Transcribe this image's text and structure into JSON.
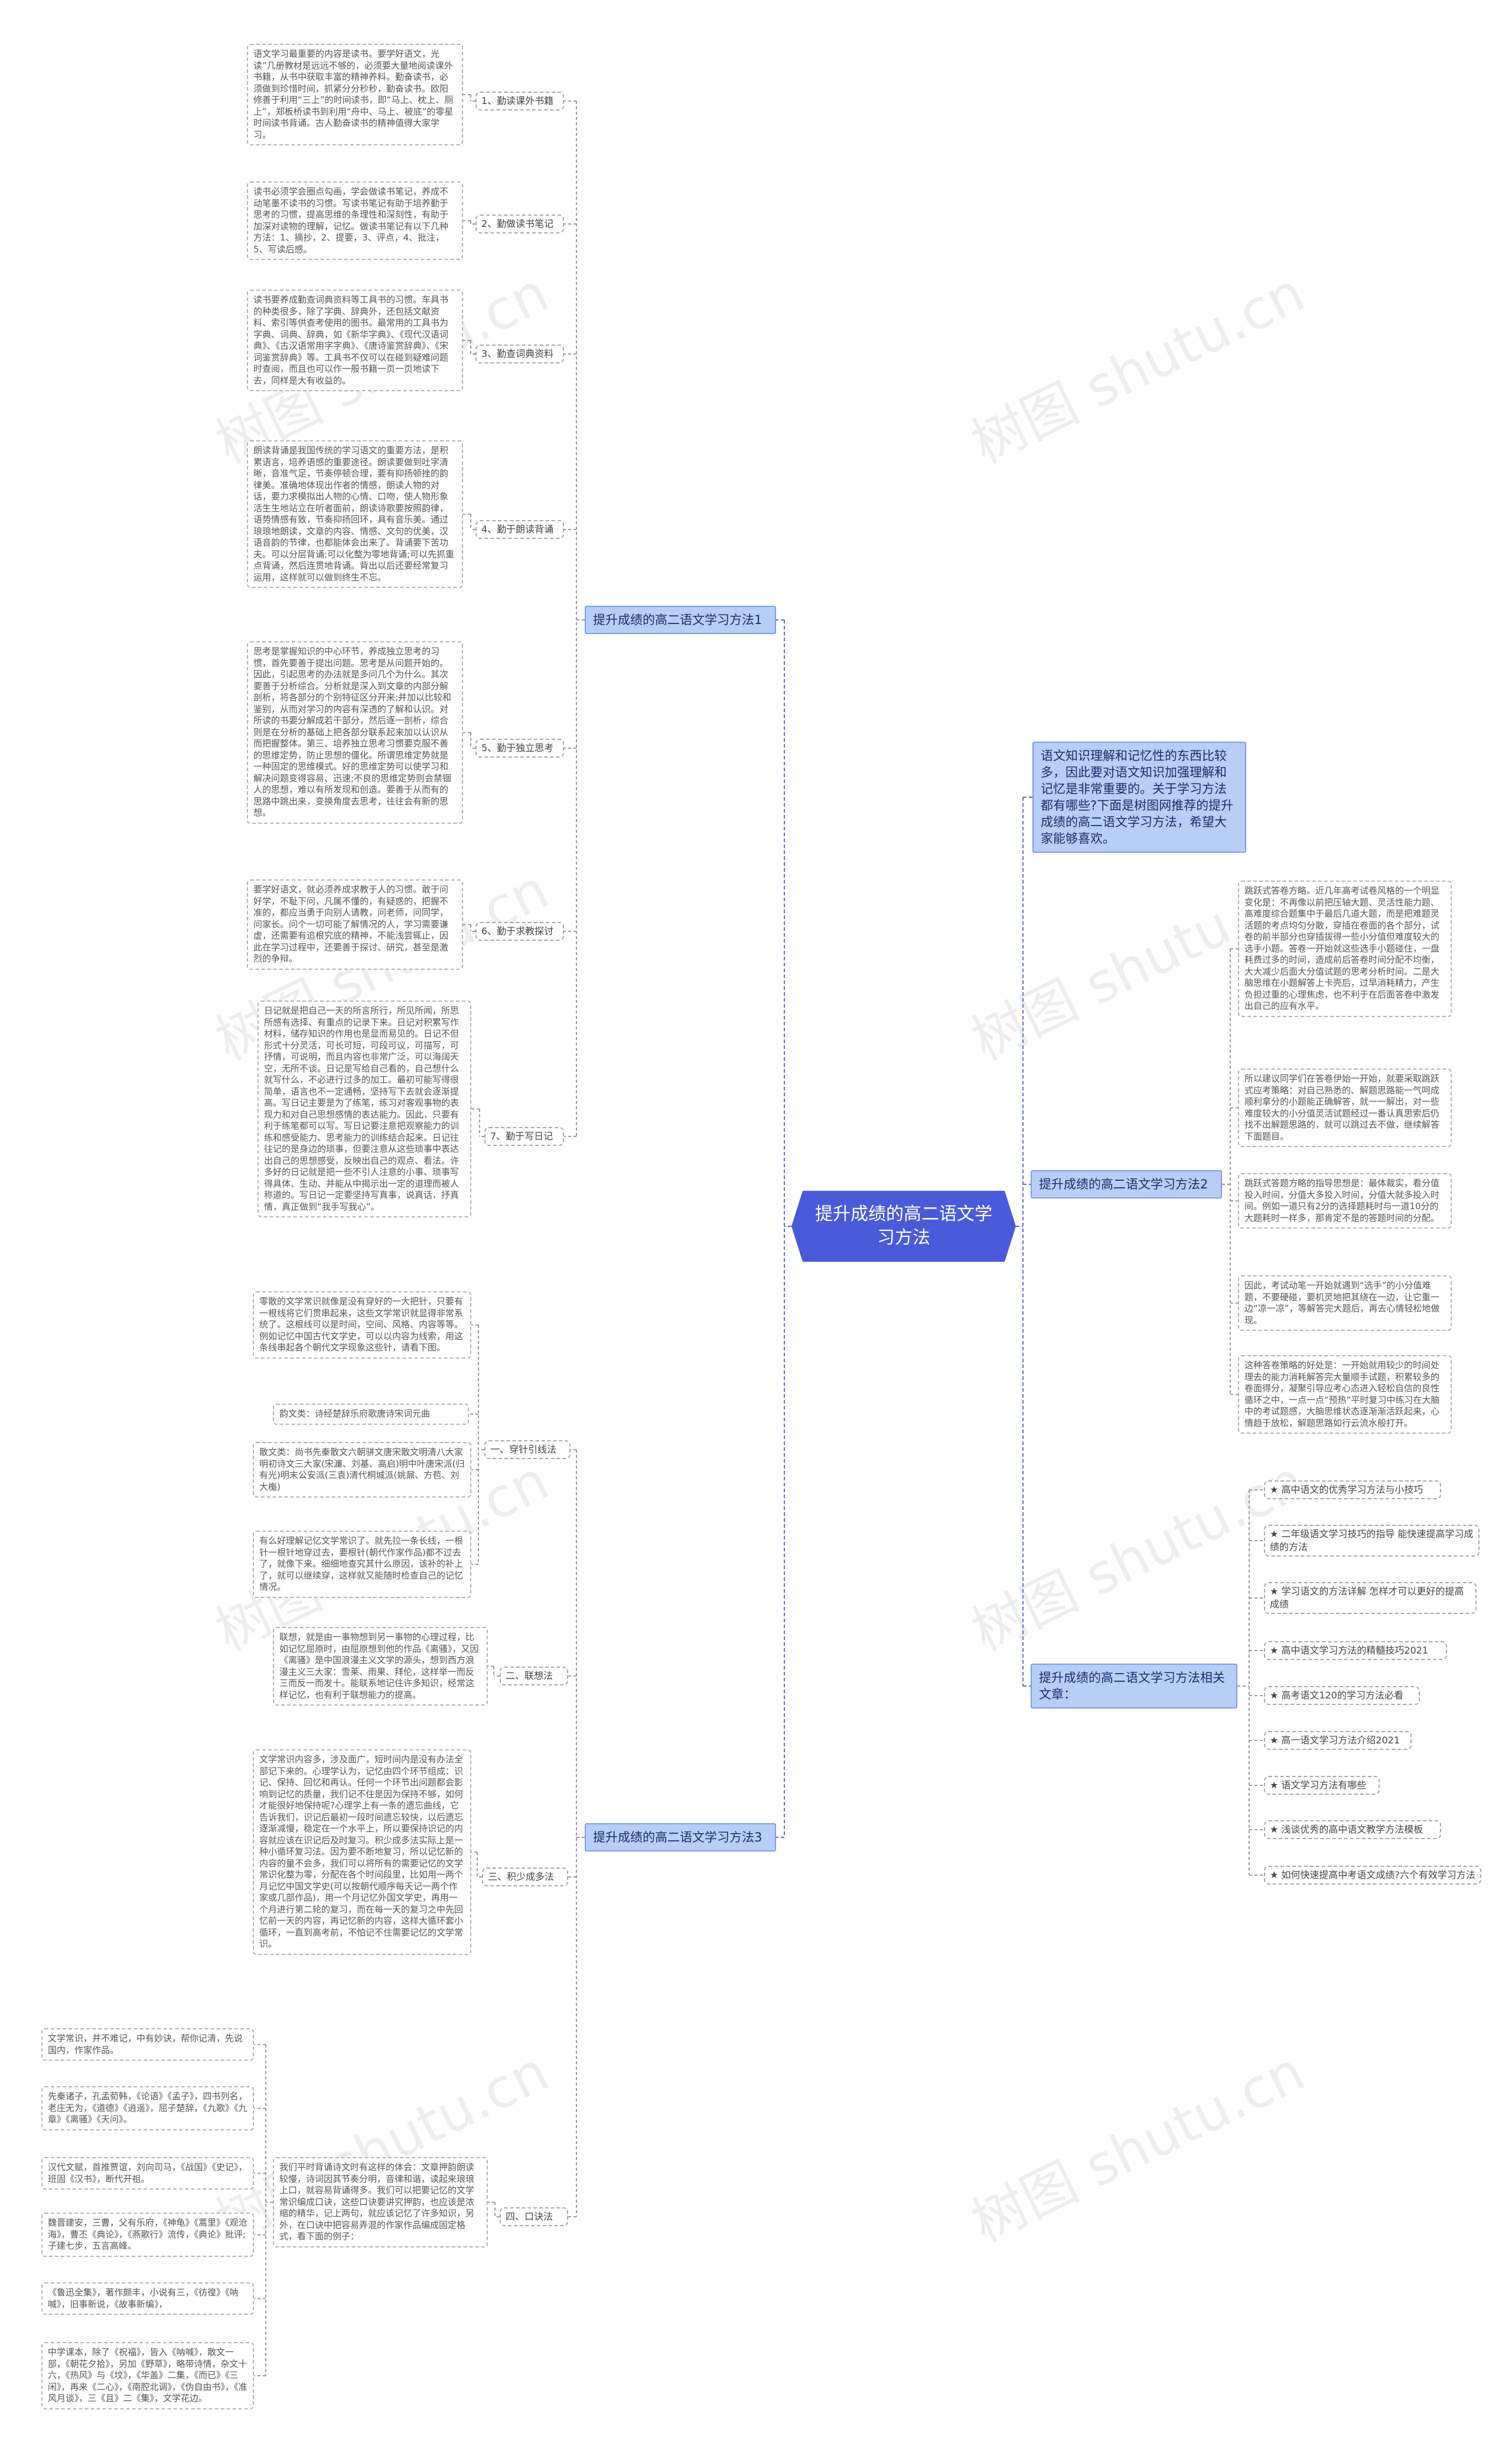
{
  "root": {
    "label": "提升成绩的高二语文学习方法"
  },
  "intro": {
    "text": "语文知识理解和记忆性的东西比较多，因此要对语文知识加强理解和记忆是非常重要的。关于学习方法都有哪些?下面是树图网推荐的提升成绩的高二语文学习方法，希望大家能够喜欢。"
  },
  "branch1": {
    "label": "提升成绩的高二语文学习方法1",
    "items": [
      {
        "label": "1、勤读课外书籍",
        "text": "语文学习最重要的内容是读书。要学好语文，光读”几册教材是远远不够的，必须要大量地阅读课外书籍，从书中获取丰富的精神养料。勤奋读书，必须做到珍惜时间，抓紧分分秒秒，勤奋读书。欧阳修善于利用“三上”的时间读书，即“马上、枕上、厕上”，郑板桥读书到利用“舟中、马上、被底”的零星时间读书背诵。古人勤奋读书的精神值得大家学习。"
      },
      {
        "label": "2、勤做读书笔记",
        "text": "读书必须学会圈点勾画，学会做读书笔记，养成不动笔墨不读书的习惯。写读书笔记有助于培养勤于思考的习惯，提高思维的条理性和深刻性，有助于加深对读物的理解，记忆。做读书笔记有以下几种方法：1、摘抄，2、提要，3、评点，4、批注，5、写读后感。"
      },
      {
        "label": "3、勤查词典资料",
        "text": "读书要养成勤查词典资料等工具书的习惯。车具书的种类很多，除了字典、辞典外，还包括文献资料、索引等供查考使用的图书。最常用的工具书为字典、词典、辞典，如《新华字典》、《现代汉语词典》、《古汉语常用字字典》、《唐诗鉴赏辞典》、《宋词鉴赏辞典》等。工具书不仅可以在碰到疑难问题时查阅，而且也可以作一般书籍一页一页地读下去，同样是大有收益的。"
      },
      {
        "label": "4、勤于朗读背诵",
        "text": "朗读背诵是我国传统的学习语文的重要方法，是积累语言，培养语感的重要途径。朗读要做到吐字清晰，音准气足，节奏停顿合理，要有抑扬顿挫的韵律美。准确地体现出作者的情感，朗读人物的对话，要力求模拟出人物的心情、口吻，使人物形象活生生地站立在听者面前，朗读诗歌要按照韵律，语势情感有致，节奏抑扬回环，具有音乐美。通过琅琅地朗读，文章的内容、情感、文句的优美，汉语音韵的节律，也都能体会出来了。背诵要下苦功夫。可以分层背诵;可以化整为零地背诵;可以先抓重点背诵，然后连贯地背诵。背出以后还要经常复习运用，这样就可以做到终生不忘。"
      },
      {
        "label": "5、勤于独立思考",
        "text": "思考是掌握知识的中心环节，养成独立思考的习惯，首先要善于提出问题。思考是从问题开始的。因此，引起思考的办法就是多问几个为什么。其次要善于分析综合。分析就是深入到文章的内部分解剖析，将各部分的个别特征区分开来;并加以比较和鉴别，从而对学习的内容有深透的了解和认识。对所读的书要分解成若干部分，然后逐一剖析，综合则是在分析的基础上把各部分联系起来加以认识从而把握整体。第三、培养独立思考习惯要克服不善的思维定势，防止思想的僵化。所谓思维定势就是一种固定的思维模式。好的思维定势可以使学习和解决问题变得容易、迅速;不良的思维定势则会禁锢人的思想，难以有所发现和创造。要善于从而有的思路中跳出来，变换角度去思考，往往会有新的思想。"
      },
      {
        "label": "6、勤于求教探讨",
        "text": "要学好语文，就必须养成求教于人的习惯。敢于问好学，不耻下问，凡属不懂的，有疑惑的，把握不准的，都应当勇于向别人请教，问老师，问同学，问家长。问个一切可能了解情况的人，学习需要谦虚，还需要有追根究底的精神，不能浅尝辄止，因此在学习过程中，还要善于探讨、研究，甚至是激烈的争辩。"
      },
      {
        "label": "7、勤于写日记",
        "text": "日记就是把自己一天的所言所行，所见所闻，所思所感有选择、有重点的记录下来。日记对积累写作材料，储存知识的作用也是显而易见的。日记不但形式十分灵活，可长可短，可段可议，可描写，可抒情，可说明，而且内容也非常广泛，可以海阔天空，无所不谈。日记是写给自己看的，自己想什么就写什么，不必进行过多的加工。最初可能写得很简单，语言也不一定通畅，坚持写下去就会逐渐提高。写日记主要是为了练笔，练习对客观事物的表现力和对自己思想感情的表达能力。因此，只要有利于练笔都可以写。写日记要注意把观察能力的训练和感受能力、思考能力的训练结合起来。日记往往记的是身边的琐事，但要注意从这些琐事中表达出自己的思想感受，反映出自己的观点、看法。许多好的日记就是把一些不引人注意的小事、琐事写得具体、生动、并能从中揭示出一定的道理而被人称道的。写日记一定要坚持写真事，说真话，抒真情，真正做到“我手写我心”。"
      }
    ]
  },
  "branch2": {
    "label": "提升成绩的高二语文学习方法2",
    "items": [
      {
        "text": "跳跃式答卷方略。近几年高考试卷风格的一个明显变化是：不再像以前把压轴大题、灵活性能力题、高难度综合题集中于最后几道大题，而是把难题灵活题的考点均匀分散，穿插在卷面的各个部分，试卷的前半部分也穿插拔得一些小分值但难度较大的选手小题。答卷一开始就这些选手小题碰住，一盘耗费过多的时间，造成前后答卷时间分配不均衡，大大减少后面大分值试题的思考分析时间。二是大脑思维在小题解答上卡壳后，过早消耗精力，产生负担过重的心理焦虑，也不利于在后面答卷中激发出自己的应有水平。"
      },
      {
        "text": "所以建议同学们在答卷伊始一开始，就要采取跳跃式应考策略：对自己熟悉的、解题思路能一气呵成顺利拿分的小题能正确解答，就一一解出，对一些难度较大的小分值灵活试题经过一番认真思索后仍找不出解题思路的，就可以跳过去不做，继续解答下面题目。"
      },
      {
        "text": "跳跃式答题方略的指导思想是：最体裁实，看分值投入时间，分值大多投入时间，分值大就多投入时间。例如一道只有2分的选择题耗时与一道10分的大题耗时一样多，那肯定不是的答题时间的分配。"
      },
      {
        "text": "因此，考试动笔一开始就遇到“选手”的小分值难题，不要硬碰，要机灵地把其绕在一边，让它重一边“凉一凉”，等解答完大题后，再去心情轻松地做现。"
      },
      {
        "text": "这种答卷策略的好处是：一开始就用较少的时间处理去的能力消耗解答完大量顺手试题，积累较多的卷面得分，凝聚引导应考心态进入轻松自信的良性循环之中，一点一点“预热”平时复习中练习在大脑中的考试题感，大脑思维状态逐渐渐活跃起来，心情趋于放松，解题思路如行云流水般打开。"
      }
    ]
  },
  "branch3": {
    "label": "提升成绩的高二语文学习方法3",
    "g1": {
      "label": "一、穿针引线法",
      "items": [
        {
          "text": "零散的文学常识就像是没有穿好的一大把针，只要有一根线将它们贯串起来，这些文学常识就显得非常系统了。这根线可以是时间，空间、风格、内容等等。例如记忆中国古代文学史，可以以内容为线索，用这条线串起各个朝代文学现象这些针，请看下图。"
        },
        {
          "text": "韵文类：诗经楚辞乐府歌唐诗宋词元曲"
        },
        {
          "text": "散文类：尚书先秦散文六朝骈文唐宋散文明清八大家明初诗文三大家(宋濂、刘基、高启)明中叶唐宋派(归有光)明末公安派(三袁)清代桐城派(姚鼐、方苞、刘大櫆)"
        },
        {
          "text": "有么好理解记忆文学常识了。就先拉一条长线，一根针一根针地穿过去，要根针(朝代作家作品)都不过去了，就像下来。细细地查究其什么原因，该补的补上了，就可以继续穿，这样就又能随时检查自己的记忆情况。"
        }
      ]
    },
    "g2": {
      "label": "二、联想法",
      "items": [
        {
          "text": "联想，就是由一事物想到另一事物的心理过程，比如记忆屈原时，由屈原想到他的作品《离骚》，又因《离骚》是中国浪漫主义文学的源头，想到西方浪漫主义三大家：雪莱、雨果、拜伦，这样举一而反三而反一而发十。能联系地记住许多知识，经常这样记忆，也有利于联想能力的提高。"
        }
      ]
    },
    "g3": {
      "label": "三、积少成多法",
      "items": [
        {
          "text": "文学常识内容多，涉及面广，短时间内是没有办法全部记下来的。心理学认为，记忆由四个环节组成：识记、保持、回忆和再认。任何一个环节出问题都会影响到记忆的质量，我们记不住是因为保持不够，如何才能很好地保持呢?心理学上有一条的遗忘曲线，它告诉我们，识记后最初一段时间遗忘较快，以后遗忘逐渐减慢，稳定在一个水平上，所以要保持识记的内容就应该在识记后及时复习。积少成多法实际上是一种小循环复习法。因为要不断地复习，所以记忆新的内容的量不会多，我们可以将所有的需要记忆的文学常识化整为零，分配在各个时间段里，比如用一两个月记忆中国文学史(可以按朝代顺序每天记一两个作家或几部作品)，用一个月记忆外国文学史，再用一个月进行第二轮的复习，而在每一天的复习之中先回忆前一天的内容，再记忆新的内容，这样大循环套小循环，一直到高考前，不怕记不住需要记忆的文学常识。"
        }
      ]
    },
    "g4": {
      "label": "四、口诀法",
      "main": {
        "text": "我们平时背诵诗文时有这样的体会：文章押韵朗读较慢，诗词因其节奏分明，音律和谐，读起来琅琅上口，就容易背诵得多。我们可以把要记忆的文学常识编成口诀，这些口诀要讲究押韵，也应该是浓缩的精华，记上两句，就应该记忆了许多知识，另外，在口诀中把容易弄混的作家作品编成固定格式，看下面的例子："
      },
      "items": [
        {
          "text": "文学常识，并不难记，中有妙诀，帮你记清，先说国内，作家作品。"
        },
        {
          "text": "先秦诸子，孔孟荀韩，《论语》《孟子》，四书列名，老庄无为，《道德》《逍遥》，屈子楚辞，《九歌》《九章》《离骚》《天问》。"
        },
        {
          "text": "汉代文赋，首推贾谊，刘向司马，《战国》《史记》，班固《汉书》，断代开祖。"
        },
        {
          "text": "魏晋建安，三曹，父有乐府，《神龟》《蒿里》《观沧海》，曹丕《典论》，《燕歌行》流传，《典论》批评;子建七步，五言高峰。"
        },
        {
          "text": "《鲁迅全集》，著作颇丰，小说有三，《彷徨》《呐喊》，旧事新说，《故事新编》，"
        },
        {
          "text": "中学课本，除了《祝福》，皆入《呐喊》，散文一部，《朝花夕拾》，另加《野草》，略带诗情，杂文十六，《热风》与《坟》，《华盖》二集，《而已》《三闲》，再来《二心》，《南腔北调》，《伪自由书》，《准风月谈》，三《且》二《集》，文学花边。"
        }
      ]
    }
  },
  "related": {
    "label": "提升成绩的高二语文学习方法相关文章：",
    "items": [
      "★ 高中语文的优秀学习方法与小技巧",
      "★ 二年级语文学习技巧的指导 能快速提高学习成绩的方法",
      "★ 学习语文的方法详解 怎样才可以更好的提高成绩",
      "★ 高中语文学习方法的精髓技巧2021",
      "★ 高考语文120的学习方法必看",
      "★ 高一语文学习方法介绍2021",
      "★ 语文学习方法有哪些",
      "★ 浅谈优秀的高中语文教学方法模板",
      "★ 如何快速提高中考语文成绩?六个有效学习方法"
    ]
  },
  "watermark": {
    "text": "树图 shutu.cn"
  }
}
